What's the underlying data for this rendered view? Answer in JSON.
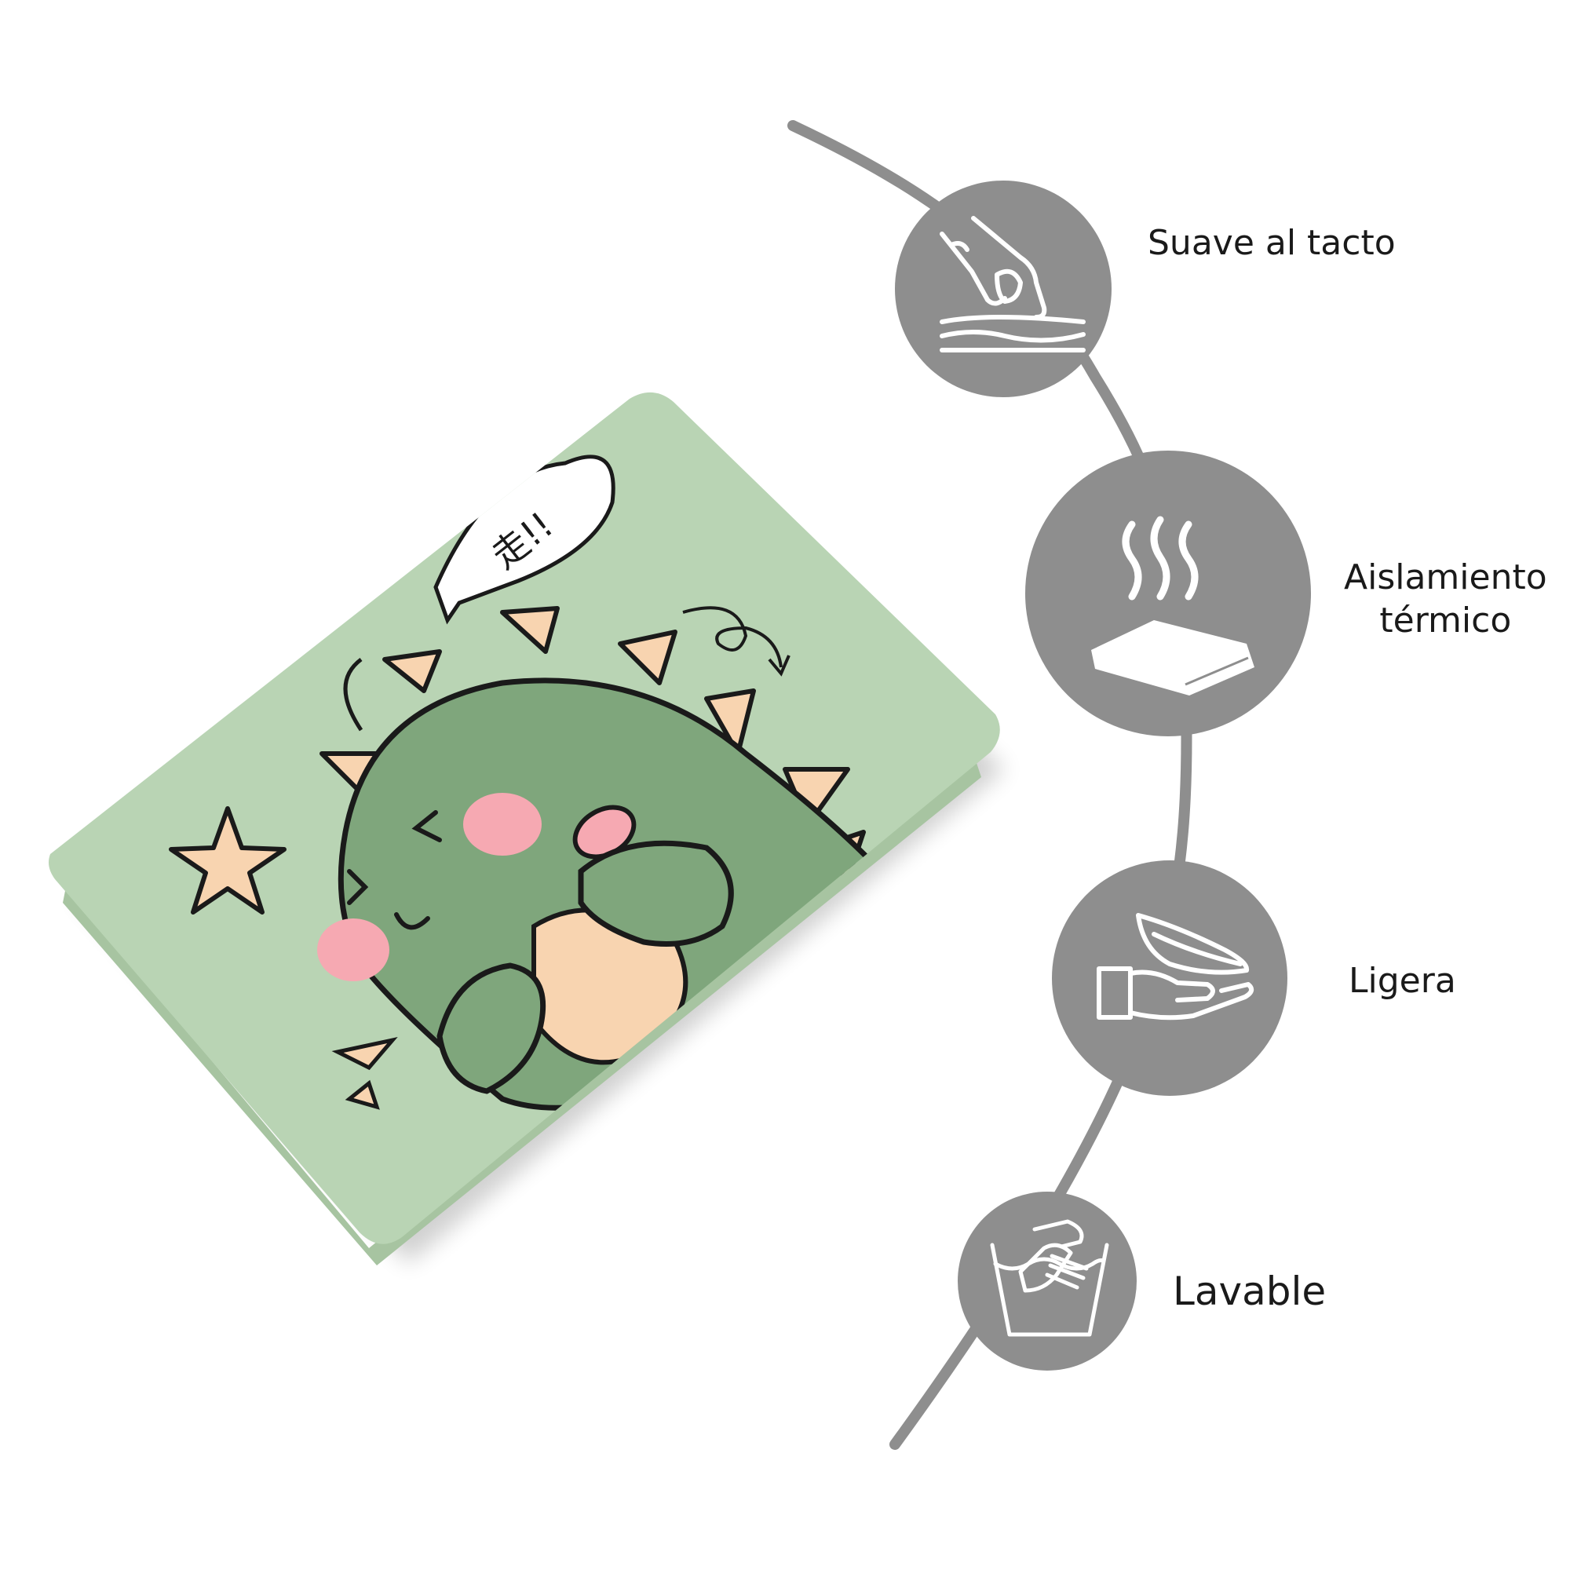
{
  "features": [
    {
      "id": "suave",
      "label": "Suave al tacto",
      "icon": "hand-touching-fabric-icon"
    },
    {
      "id": "aislamiento",
      "label_lines": [
        "Aislamiento",
        "térmico"
      ],
      "icon": "warm-folded-blanket-icon"
    },
    {
      "id": "ligera",
      "label": "Ligera",
      "icon": "feather-over-hand-icon"
    },
    {
      "id": "lavable",
      "label": "Lavable",
      "icon": "hand-wash-basin-icon"
    }
  ],
  "product": {
    "illustration": "folded green blanket with cute dinosaur print",
    "speech_bubble_text": "走!!"
  },
  "colors": {
    "icon_circle": "#8e8e8e",
    "connector_line": "#8e8e8e",
    "blanket": "#b9d4b4",
    "dino": "#7fa67c",
    "spikes": "#f8d4b0",
    "cheeks": "#f6a9b2"
  }
}
